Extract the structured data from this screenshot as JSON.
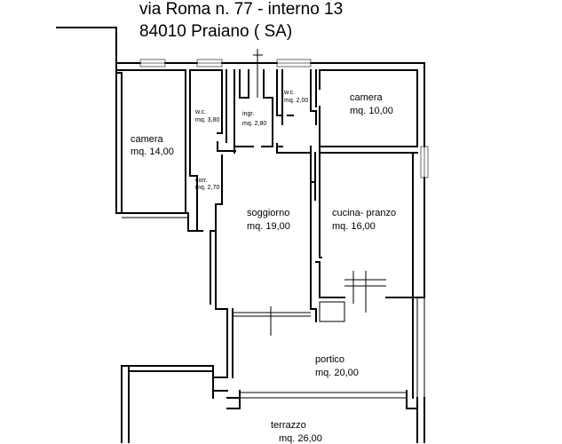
{
  "header": {
    "address_line": "via Roma n. 77 - interno 13",
    "city_line": "84010 Praiano   ( SA)"
  },
  "rooms": {
    "camera_left": {
      "name": "camera",
      "area": "mq. 14,00"
    },
    "wc_left": {
      "name": "w.c.",
      "area": "mq. 3,80"
    },
    "ingresso": {
      "name": "ingr.",
      "area": "mq. 2,80"
    },
    "wc_right": {
      "name": "w.c.",
      "area": "mq. 2,00"
    },
    "camera_right": {
      "name": "camera",
      "area": "mq. 10,00"
    },
    "corridoio": {
      "name": "corr.",
      "area": "mq. 2,70"
    },
    "soggiorno": {
      "name": "soggiorno",
      "area": "mq. 19,00"
    },
    "cucina": {
      "name": "cucina- pranzo",
      "area": "mq. 16,00"
    },
    "portico": {
      "name": "portico",
      "area": "mq. 20,00"
    },
    "terrazzo": {
      "name": "terrazzo",
      "area": "mq. 26,00"
    }
  }
}
